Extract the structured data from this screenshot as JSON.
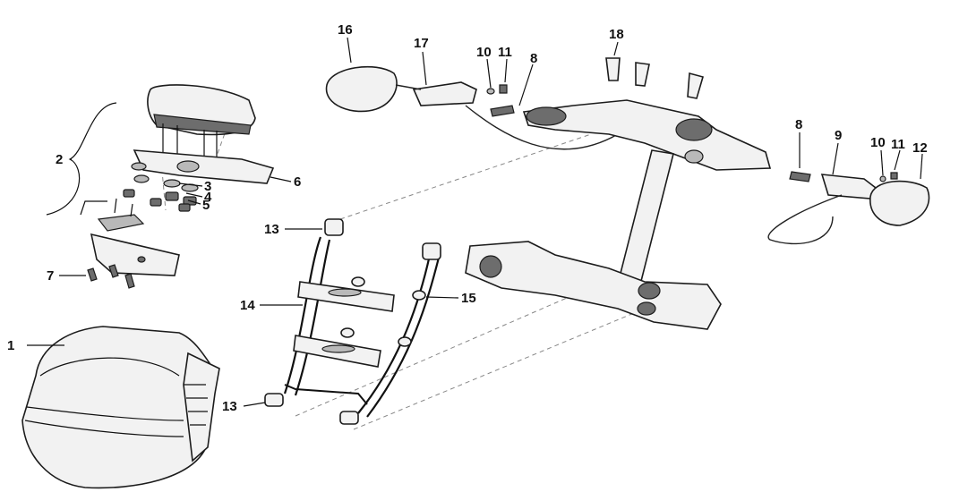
{
  "callouts": [
    {
      "id": "c1",
      "text": "1"
    },
    {
      "id": "c2",
      "text": "2"
    },
    {
      "id": "c3",
      "text": "3"
    },
    {
      "id": "c4",
      "text": "4"
    },
    {
      "id": "c5",
      "text": "5"
    },
    {
      "id": "c6",
      "text": "6"
    },
    {
      "id": "c7",
      "text": "7"
    },
    {
      "id": "c8a",
      "text": "8"
    },
    {
      "id": "c8b",
      "text": "8"
    },
    {
      "id": "c9",
      "text": "9"
    },
    {
      "id": "c10a",
      "text": "10"
    },
    {
      "id": "c10b",
      "text": "10"
    },
    {
      "id": "c11a",
      "text": "11"
    },
    {
      "id": "c11b",
      "text": "11"
    },
    {
      "id": "c12",
      "text": "12"
    },
    {
      "id": "c13a",
      "text": "13"
    },
    {
      "id": "c13b",
      "text": "13"
    },
    {
      "id": "c14",
      "text": "14"
    },
    {
      "id": "c15",
      "text": "15"
    },
    {
      "id": "c16",
      "text": "16"
    },
    {
      "id": "c17",
      "text": "17"
    },
    {
      "id": "c18",
      "text": "18"
    }
  ],
  "colors": {
    "line": "#1c1c1c",
    "fill": "#f2f2f2",
    "shade": "#6d6d6d",
    "leader": "#888888"
  }
}
